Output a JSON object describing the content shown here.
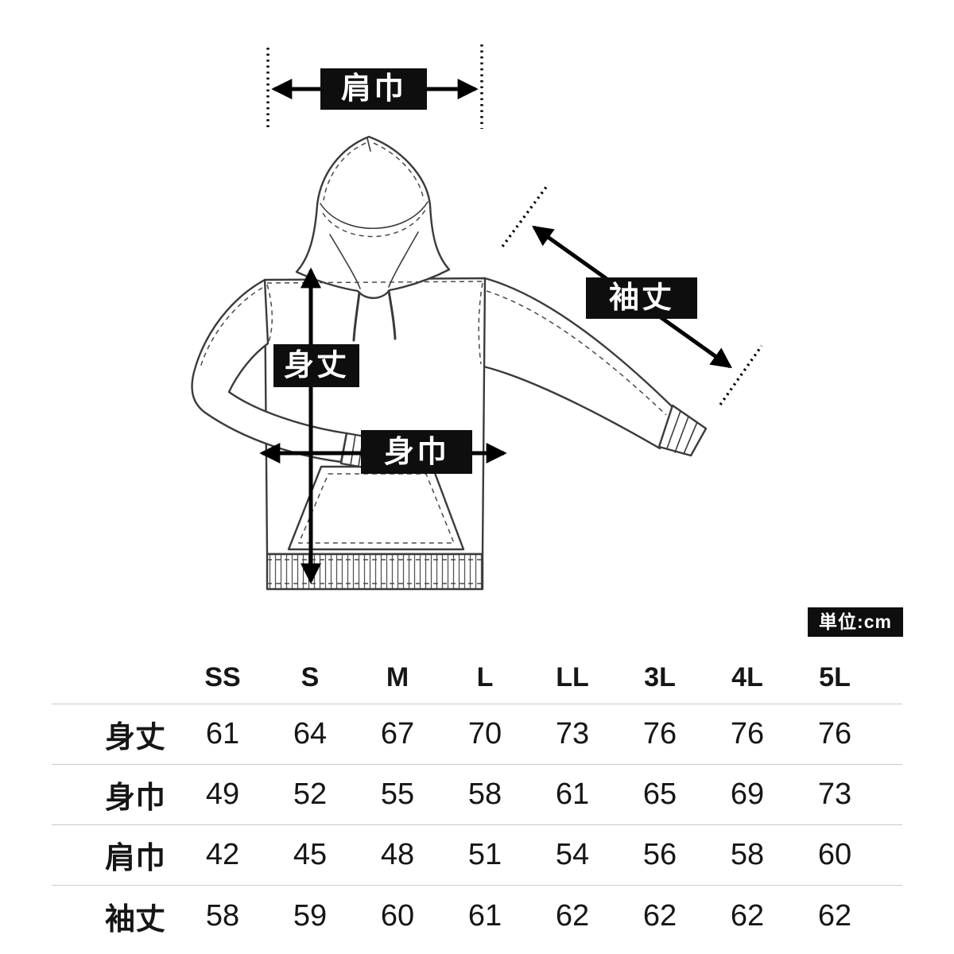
{
  "diagram": {
    "illustration": "hooded pullover sweatshirt front-view technical line drawing",
    "measurement_tags": {
      "shoulder_width": "肩巾",
      "sleeve_length": "袖丈",
      "body_length": "身丈",
      "body_width": "身巾"
    },
    "unit_label": "単位:cm",
    "tag_style": {
      "background": "#0e0e0e",
      "text_color": "#ffffff"
    }
  },
  "chart_data": {
    "type": "table",
    "unit": "cm",
    "columns": [
      "SS",
      "S",
      "M",
      "L",
      "LL",
      "3L",
      "4L",
      "5L"
    ],
    "rows": [
      {
        "label": "身丈",
        "values": [
          61,
          64,
          67,
          70,
          73,
          76,
          76,
          76
        ]
      },
      {
        "label": "身巾",
        "values": [
          49,
          52,
          55,
          58,
          61,
          65,
          69,
          73
        ]
      },
      {
        "label": "肩巾",
        "values": [
          42,
          45,
          48,
          51,
          54,
          56,
          58,
          60
        ]
      },
      {
        "label": "袖丈",
        "values": [
          58,
          59,
          60,
          61,
          62,
          62,
          62,
          62
        ]
      }
    ]
  }
}
